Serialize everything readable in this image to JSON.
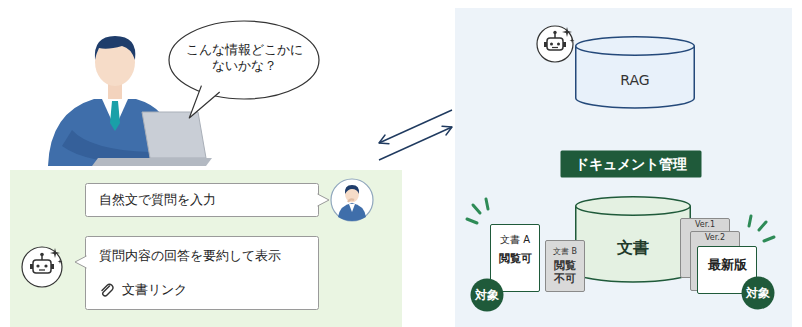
{
  "diagram": {
    "nodes": [
      {
        "text": [
          "こんな情報どこかにないかな？"
        ]
      },
      {
        "text": []
      },
      {
        "text": [
          "自然文で質問を入力"
        ],
        "in": 1
      },
      {
        "text": [
          "質問内容の回答を要約して表示",
          "文書リンク"
        ],
        "in": 1
      },
      {
        "text": []
      },
      {
        "text": [
          "RAG"
        ],
        "in": 4
      },
      {
        "text": [
          "ドキュメント管理"
        ],
        "in": 4
      },
      {
        "text": [
          "文書"
        ],
        "in": 4
      },
      {
        "text": [
          "文書 A",
          "閲覧可"
        ],
        "in": 4
      },
      {
        "text": [
          "対象"
        ],
        "in": 4
      },
      {
        "text": [
          "文書 B",
          "閲覧 不可"
        ],
        "in": 4
      },
      {
        "text": [
          "Ver.1"
        ],
        "in": 4
      },
      {
        "text": [
          "Ver.2"
        ],
        "in": 4
      },
      {
        "text": [
          "最新版"
        ],
        "in": 4
      },
      {
        "text": [
          "対象"
        ],
        "in": 4
      }
    ],
    "edges": [
      {
        "from": 1,
        "to": 4,
        "arrow": "to"
      },
      {
        "from": 4,
        "to": 1,
        "arrow": "to"
      }
    ]
  }
}
